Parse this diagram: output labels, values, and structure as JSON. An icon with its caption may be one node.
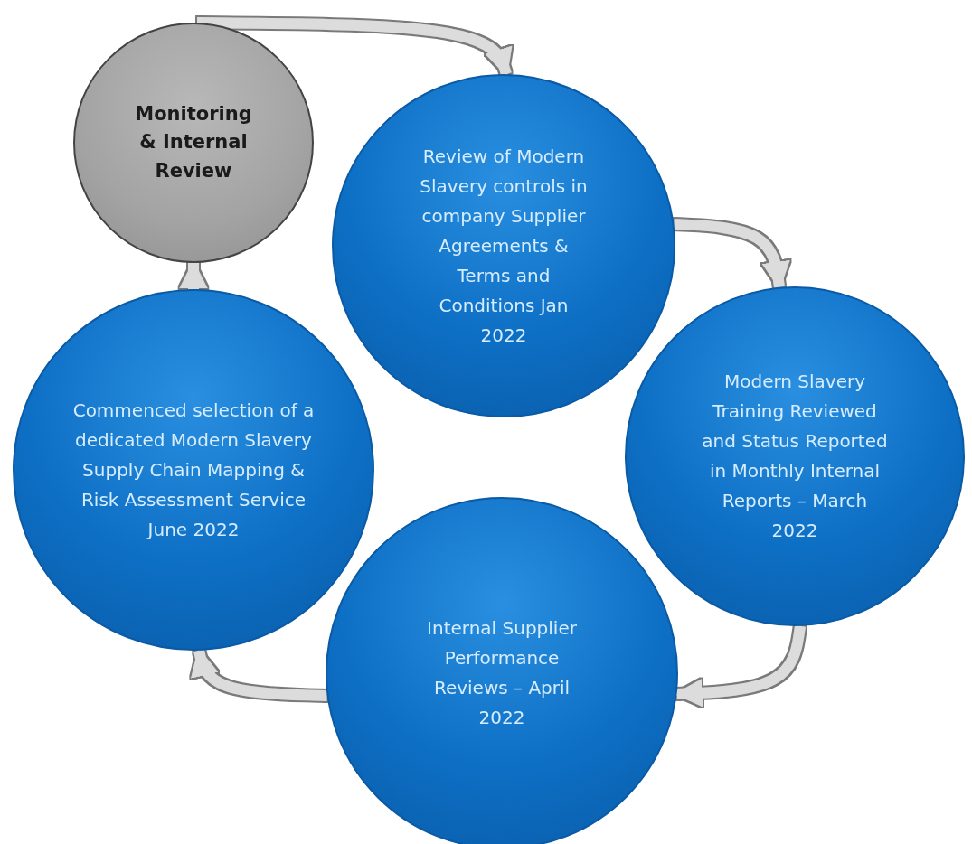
{
  "diagram": {
    "nodes": [
      {
        "text": [
          "Monitoring & Internal Review"
        ]
      },
      {
        "text": [
          "Review of Modern Slavery controls in company Supplier Agreements & Terms and Conditions Jan 2022"
        ]
      },
      {
        "text": [
          "Modern Slavery Training Reviewed and Status Reported in Monthly Internal Reports – March 2022"
        ]
      },
      {
        "text": [
          "Internal Supplier Performance Reviews – April 2022"
        ]
      },
      {
        "text": [
          "Commenced selection of a dedicated Modern Slavery Supply Chain Mapping & Risk Assessment Service June 2022"
        ]
      }
    ],
    "edges": [
      {
        "from": 0,
        "to": 1,
        "arrow": "to"
      },
      {
        "from": 1,
        "to": 2,
        "arrow": "to"
      },
      {
        "from": 2,
        "to": 3,
        "arrow": "to"
      },
      {
        "from": 3,
        "to": 4,
        "arrow": "to"
      },
      {
        "from": 4,
        "to": 0,
        "arrow": "to"
      }
    ]
  }
}
